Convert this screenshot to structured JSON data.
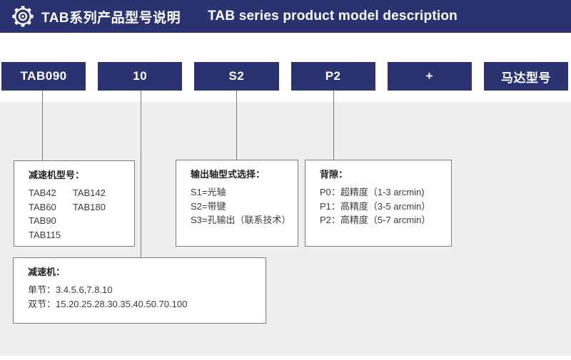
{
  "header": {
    "icon": "gear-icon",
    "title_zh": "TAB系列产品型号说明",
    "title_en": "TAB series product model description"
  },
  "model_code": {
    "segments": [
      {
        "label": "TAB090"
      },
      {
        "label": "10"
      },
      {
        "label": "S2"
      },
      {
        "label": "P2"
      },
      {
        "label": "+"
      },
      {
        "label": "马达型号"
      }
    ]
  },
  "callouts": [
    {
      "title": "减速机型号：",
      "columns": [
        [
          "TAB42",
          "TAB60",
          "TAB90",
          "TAB115"
        ],
        [
          "TAB142",
          "TAB180"
        ]
      ]
    },
    {
      "title": "输出轴型式选择：",
      "lines": [
        "S1=光轴",
        "S2=带键",
        "S3=孔输出（联系技术）"
      ]
    },
    {
      "title": "背隙：",
      "lines": [
        "P0：超精度（1-3 arcmin)",
        "P1：高精度（3-5 arcmin）",
        "P2：高精度（5-7 arcmin）"
      ]
    },
    {
      "title": "减速机：",
      "lines": [
        "单节：3.4.5.6,7.8.10",
        "双节：15.20.25.28.30.35.40.50.70.100"
      ]
    }
  ],
  "colors": {
    "navy": "#2a336f",
    "band_gray": "#eeeeee",
    "line_gray": "#7b7b7b",
    "text_dark": "#3c3c3c",
    "white": "#ffffff"
  }
}
